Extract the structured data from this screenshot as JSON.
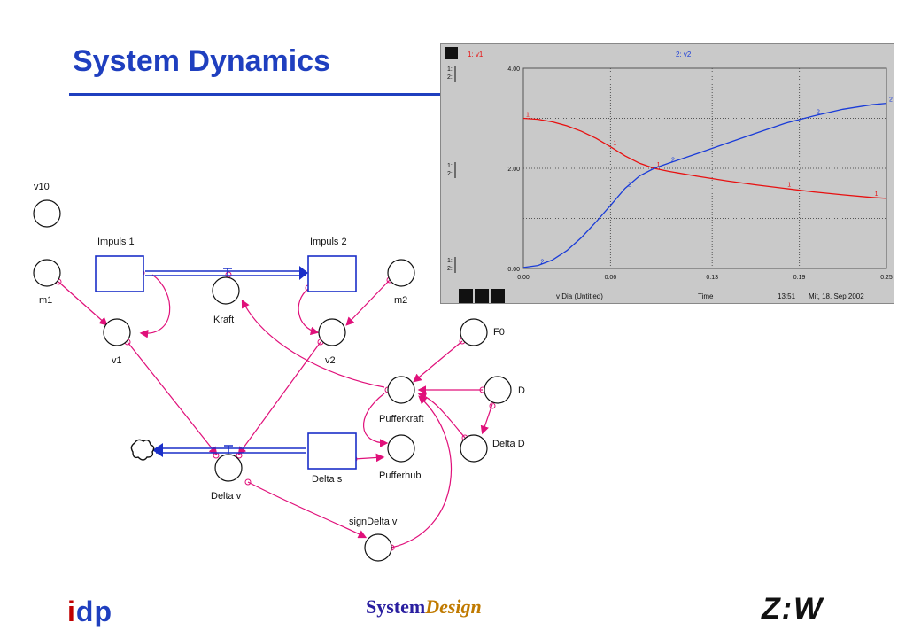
{
  "header": {
    "title": "System Dynamics"
  },
  "diagram": {
    "labels": {
      "v10": "v10",
      "m1": "m1",
      "impuls1": "Impuls 1",
      "impuls2": "Impuls 2",
      "kraft": "Kraft",
      "m2": "m2",
      "v1": "v1",
      "v2": "v2",
      "f0": "F0",
      "pufferkraft": "Pufferkraft",
      "d": "D",
      "delta_d": "Delta D",
      "delta_s": "Delta s",
      "pufferhub": "Pufferhub",
      "delta_v": "Delta v",
      "sign_delta_v": "signDelta v"
    }
  },
  "plot": {
    "legend_v1": "1: v1",
    "legend_v2": "2: v2",
    "axis_tag_top_1": "1:",
    "axis_tag_top_2": "2:",
    "axis_tag_mid_1": "1:",
    "axis_tag_mid_2": "2:",
    "axis_tag_bot_1": "1:",
    "axis_tag_bot_2": "2:",
    "status_page": "v Dia (Untitled)",
    "status_axis": "Time",
    "status_time": "13:51",
    "status_date": "Mit, 18. Sep 2002",
    "colors": {
      "v1": "#e81010",
      "v2": "#1a3cd8",
      "panel": "#c9c9c9",
      "grid": "#555555"
    }
  },
  "chart_data": {
    "type": "line",
    "xlim": [
      0.0,
      0.25
    ],
    "ylim": [
      0.0,
      4.0
    ],
    "x_ticks": [
      "0.00",
      "0.06",
      "0.13",
      "0.19",
      "0.25"
    ],
    "y_ticks": [
      "4.00",
      "2.00",
      "0.00"
    ],
    "grid": true,
    "series": [
      {
        "name": "v1",
        "x": [
          0.0,
          0.01,
          0.02,
          0.03,
          0.04,
          0.05,
          0.06,
          0.07,
          0.08,
          0.09,
          0.1,
          0.12,
          0.14,
          0.16,
          0.18,
          0.2,
          0.22,
          0.24,
          0.25
        ],
        "values": [
          3.0,
          2.98,
          2.93,
          2.85,
          2.74,
          2.6,
          2.43,
          2.25,
          2.1,
          2.0,
          1.94,
          1.84,
          1.75,
          1.67,
          1.6,
          1.53,
          1.47,
          1.42,
          1.4
        ]
      },
      {
        "name": "v2",
        "x": [
          0.0,
          0.01,
          0.02,
          0.03,
          0.04,
          0.05,
          0.06,
          0.07,
          0.08,
          0.09,
          0.1,
          0.12,
          0.14,
          0.16,
          0.18,
          0.2,
          0.22,
          0.24,
          0.25
        ],
        "values": [
          0.02,
          0.06,
          0.17,
          0.36,
          0.62,
          0.93,
          1.26,
          1.6,
          1.85,
          2.0,
          2.1,
          2.3,
          2.5,
          2.7,
          2.9,
          3.05,
          3.18,
          3.27,
          3.3
        ]
      }
    ]
  },
  "footer": {
    "logo_left_a": "i",
    "logo_left_b": "dp",
    "center_a": "System",
    "center_b": "Design",
    "logo_right": "Z:W"
  }
}
